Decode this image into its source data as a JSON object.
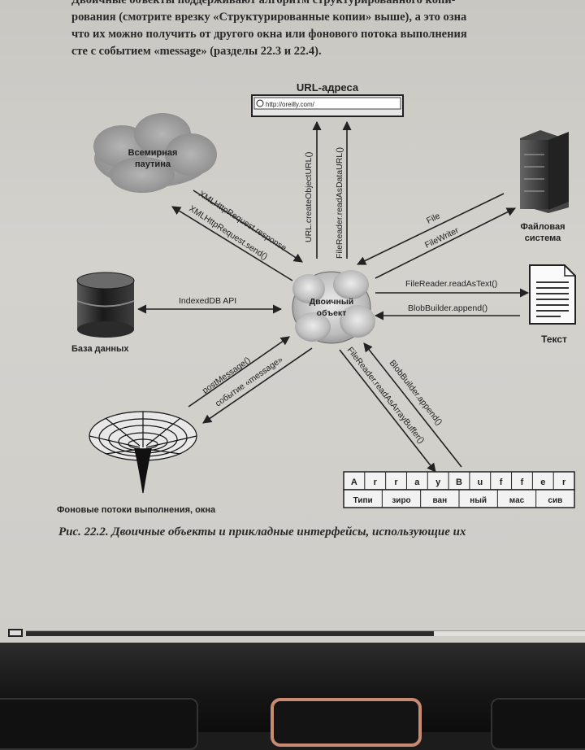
{
  "body_text": {
    "lines": [
      "Двоичные объекты поддерживают алгоритм структурированного копи-",
      "рования (смотрите врезку «Структурированные копии» выше), а это озна",
      "что их можно получить от другого окна или фонового потока выполнения",
      "сте с событием «message» (разделы 22.3 и 22.4)."
    ]
  },
  "diagram": {
    "url_box_title": "URL-адреса",
    "url_value": "http://oreilly.com/",
    "web_label": [
      "Всемирная",
      "паутина"
    ],
    "db_label": "База данных",
    "center_label": [
      "Двоичный",
      "объект"
    ],
    "fs_label": [
      "Файловая",
      "система"
    ],
    "text_label": "Текст",
    "workers_label": "Фоновые потоки выполнения, окна",
    "arrows": {
      "xhr_response": "XMLHttpRequest.response",
      "xhr_send": "XMLHttpRequest.send()",
      "create_url": "URL.createObjectURL()",
      "data_url": "FileReader.readAsDataURL()",
      "file": "File",
      "file_writer": "FileWriter",
      "indexeddb": "IndexedDB API",
      "read_as_text": "FileReader.readAsText()",
      "blob_append_text": "BlobBuilder.append()",
      "post_message": "postMessage()",
      "message_event": "событие «message»",
      "read_as_arraybuffer": "FileReader.readAsArrayBuffer()",
      "blob_append_ab": "BlobBuilder.append()"
    },
    "array_buffer_letters": [
      "A",
      "r",
      "r",
      "a",
      "y",
      "B",
      "u",
      "f",
      "f",
      "e",
      "r"
    ],
    "typed_array_cells": [
      "Типи",
      "зиро",
      "ван",
      "ный",
      "мас",
      "сив"
    ]
  },
  "caption": {
    "number": "Рис. 22.2.",
    "text": "Двоичные объекты и прикладные интерфейсы, использующие их"
  },
  "reader": {
    "progress_fraction": 0.73
  }
}
